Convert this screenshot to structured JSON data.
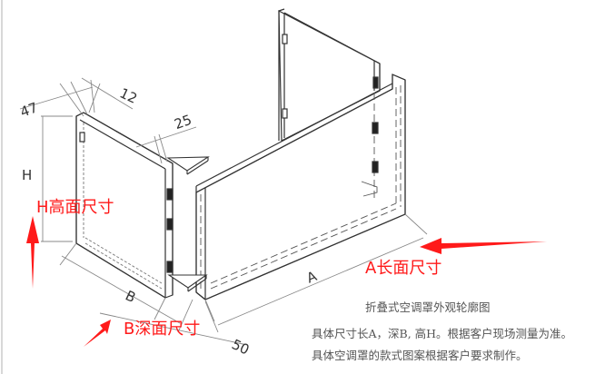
{
  "diagram": {
    "title": "折叠式空调罩外观轮廓图",
    "dimensions": {
      "d47": "47",
      "d12": "12",
      "d25": "25",
      "d50": "50",
      "H": "H",
      "A": "A",
      "B": "B"
    },
    "annotations": {
      "height": "H高面尺寸",
      "length": "A长面尺寸",
      "depth": "B深面尺寸"
    },
    "notes": [
      "具体尺寸长A，深B, 高H。根据客户现场测量为准。",
      "具体空调罩的款式图案根据客户要求制作。"
    ],
    "colors": {
      "annotation_red": "#ff1a1a",
      "line": "#333333",
      "dim_line": "#888888"
    }
  }
}
